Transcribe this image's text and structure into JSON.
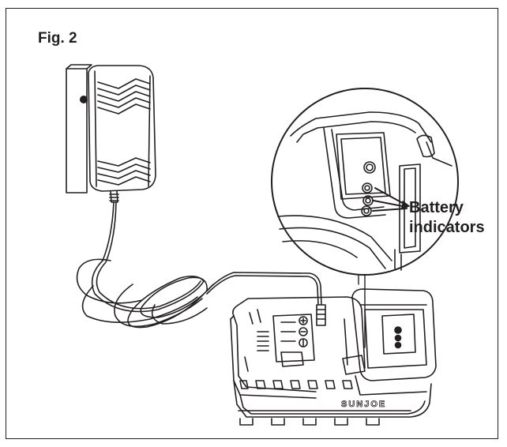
{
  "figure": {
    "label": "Fig. 2",
    "callout": {
      "line1": "Battery",
      "line2": "indicators"
    },
    "brand_mark": "SUNJOE"
  },
  "colors": {
    "line": "#231f20",
    "background": "#ffffff"
  }
}
